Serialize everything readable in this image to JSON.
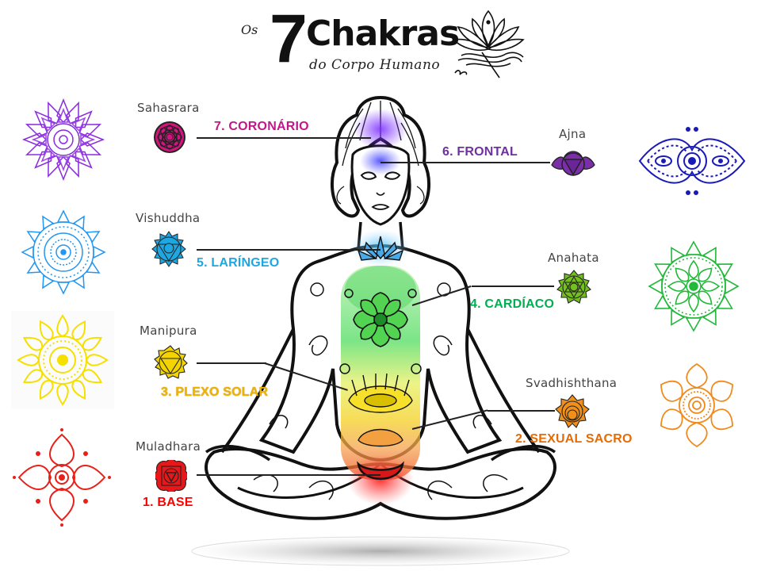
{
  "title": {
    "prefix": "Os",
    "number": "7",
    "main": "Chakras",
    "subtitle": "do Corpo Humano"
  },
  "colors": {
    "crown": "#c2167f",
    "third_eye": "#7030a0",
    "throat": "#1ea0e0",
    "heart": "#00b050",
    "solar": "#f2b600",
    "sacral": "#e36c09",
    "root": "#ff0000"
  },
  "chakras": [
    {
      "number": 7,
      "sanskrit": "Sahasrara",
      "label": "7. CORONÁRIO",
      "color": "#c0188a",
      "symbol": "crown-lotus-symbol",
      "mandala": "purple-mandala"
    },
    {
      "number": 6,
      "sanskrit": "Ajna",
      "label": "6. FRONTAL",
      "color": "#7030a0",
      "symbol": "third-eye-symbol",
      "mandala": "blue-eye-mandala"
    },
    {
      "number": 5,
      "sanskrit": "Vishuddha",
      "label": "5. LARÍNGEO",
      "color": "#1ea7e1",
      "symbol": "throat-symbol",
      "mandala": "light-blue-mandala"
    },
    {
      "number": 4,
      "sanskrit": "Anahata",
      "label": "4. CARDÍACO",
      "color": "#00b050",
      "symbol": "heart-symbol",
      "mandala": "green-mandala"
    },
    {
      "number": 3,
      "sanskrit": "Manipura",
      "label": "3. PLEXO SOLAR",
      "color": "#f0b400",
      "symbol": "solar-plexus-symbol",
      "mandala": "yellow-mandala"
    },
    {
      "number": 2,
      "sanskrit": "Svadhishthana",
      "label": "2. SEXUAL SACRO",
      "color": "#e36c09",
      "symbol": "sacral-symbol",
      "mandala": "orange-mandala"
    },
    {
      "number": 1,
      "sanskrit": "Muladhara",
      "label": "1. BASE",
      "color": "#ff0000",
      "symbol": "root-symbol",
      "mandala": "red-mandala"
    }
  ]
}
